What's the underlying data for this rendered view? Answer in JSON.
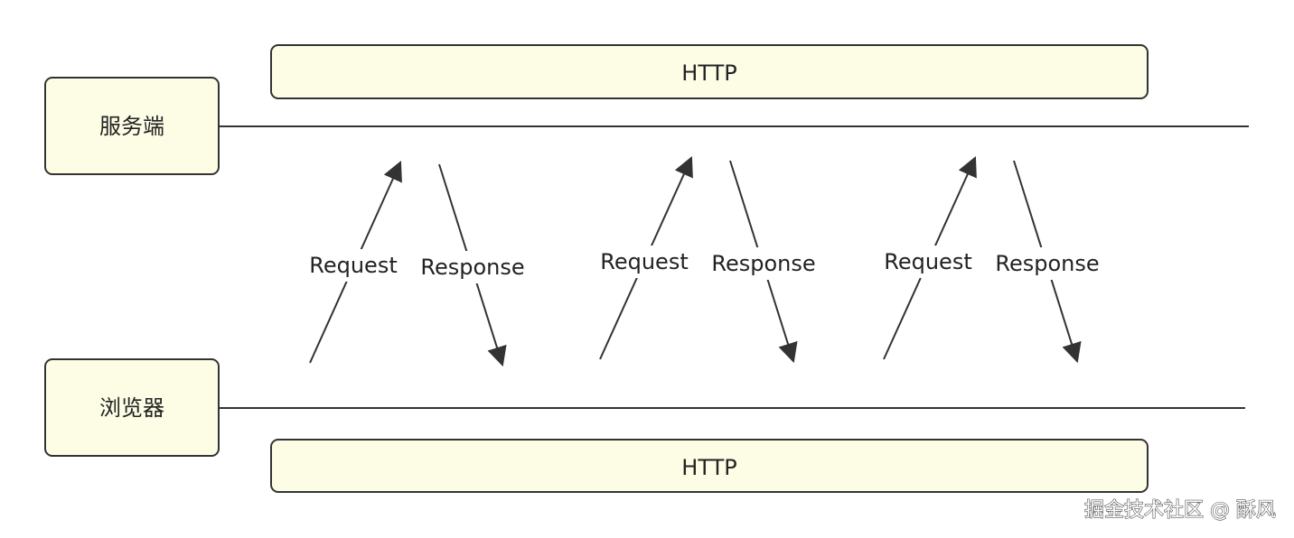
{
  "colors": {
    "box_fill": "#fdfde6",
    "box_stroke": "#333333",
    "line": "#333333",
    "text": "#222222"
  },
  "server": {
    "label": "服务端"
  },
  "browser": {
    "label": "浏览器"
  },
  "http_top": {
    "label": "HTTP"
  },
  "http_bottom": {
    "label": "HTTP"
  },
  "exchanges": [
    {
      "request_label": "Request",
      "response_label": "Response"
    },
    {
      "request_label": "Request",
      "response_label": "Response"
    },
    {
      "request_label": "Request",
      "response_label": "Response"
    }
  ],
  "watermark": {
    "text": "掘金技术社区 @ 酥风"
  }
}
